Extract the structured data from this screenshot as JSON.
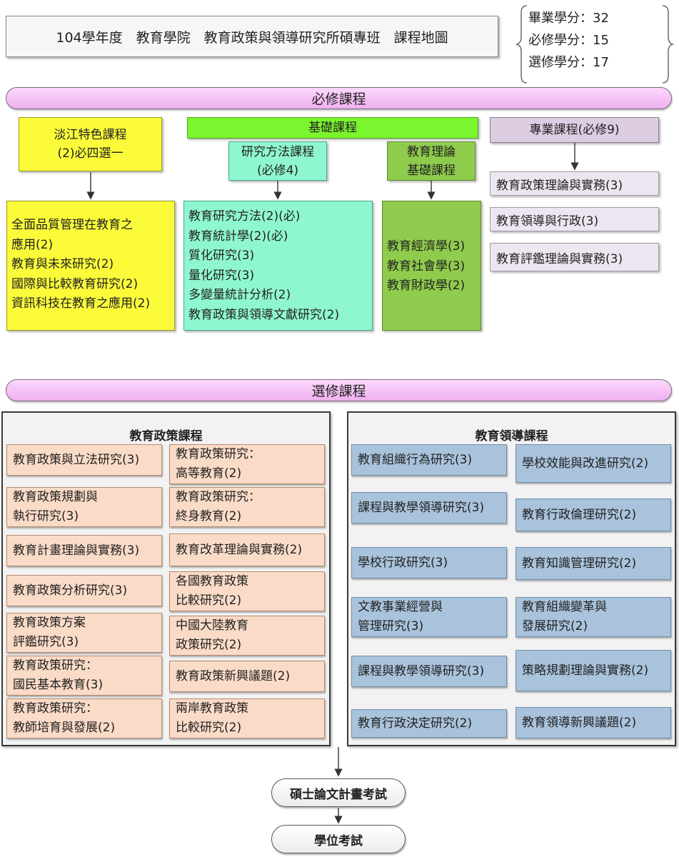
{
  "header": {
    "title": "104學年度　教育學院　教育政策與領導研究所碩專班　課程地圖",
    "credits": [
      {
        "label": "畢業學分",
        "value": "32"
      },
      {
        "label": "必修學分",
        "value": "15"
      },
      {
        "label": "選修學分",
        "value": "17"
      }
    ]
  },
  "required": {
    "banner": "必修課程",
    "tamkang": {
      "title_lines": [
        "淡江特色課程",
        "(2)必四選一"
      ],
      "items": [
        "全面品質管理在教育之",
        "應用(2)",
        "教育與未來研究(2)",
        "國際與比較教育研究(2)",
        "資訊科技在教育之應用(2)"
      ]
    },
    "foundation": {
      "title": "基礎課程",
      "methods": {
        "title_lines": [
          "研究方法課程",
          "(必修4)"
        ],
        "items": [
          "教育研究方法(2)(必)",
          "教育統計學(2)(必)",
          "質化研究(3)",
          "量化研究(3)",
          "多變量統計分析(2)",
          "教育政策與領導文獻研究(2)"
        ]
      },
      "theory": {
        "title_lines": [
          "教育理論",
          "基礎課程"
        ],
        "items": [
          "教育經濟學(3)",
          "教育社會學(3)",
          "教育財政學(2)"
        ]
      }
    },
    "professional": {
      "title": "專業課程(必修9)",
      "items": [
        "教育政策理論與實務(3)",
        "教育領導與行政(3)",
        "教育評鑑理論與實務(3)"
      ]
    }
  },
  "elective": {
    "banner": "選修課程",
    "policy": {
      "title": "教育政策課程",
      "left": [
        "教育政策與立法研究(3)",
        "教育政策規劃與\n執行研究(3)",
        "教育計畫理論與實務(3)",
        "教育政策分析研究(3)",
        "教育政策方案\n評鑑研究(3)",
        "教育政策研究：\n國民基本教育(3)",
        "教育政策研究：\n教師培育與發展(2)"
      ],
      "right": [
        "教育政策研究：\n高等教育(2)",
        "教育政策研究：\n終身教育(2)",
        "教育改革理論與實務(2)",
        "各國教育政策\n比較研究(2)",
        "中國大陸教育\n政策研究(2)",
        "教育政策新興議題(2)",
        "兩岸教育政策\n比較研究(2)"
      ]
    },
    "leadership": {
      "title": "教育領導課程",
      "left": [
        "教育組織行為研究(3)",
        "課程與教學領導研究(3)",
        "學校行政研究(3)",
        "文教事業經營與\n管理研究(3)",
        "課程與教學領導研究(3)",
        "教育行政決定研究(2)"
      ],
      "right": [
        "學校效能與改進研究(2)",
        "教育行政倫理研究(2)",
        "教育知識管理研究(2)",
        "教育組織變革與\n發展研究(2)",
        "策略規劃理論與實務(2)",
        "教育領導新興議題(2)"
      ]
    }
  },
  "exams": {
    "proposal": "碩士論文計畫考試",
    "degree": "學位考試"
  }
}
